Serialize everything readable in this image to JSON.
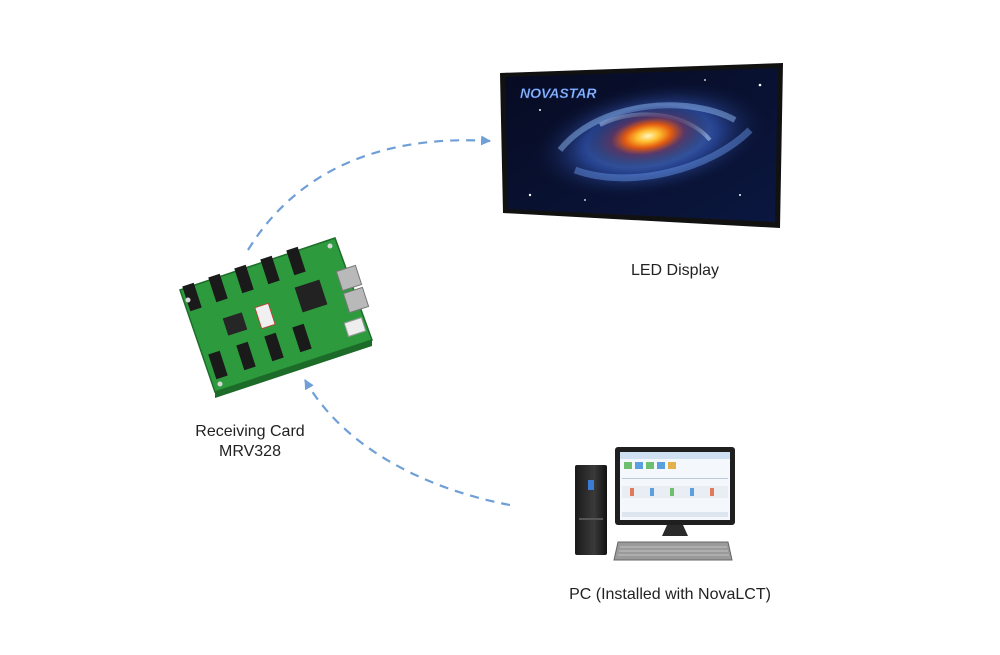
{
  "led_display": {
    "label": "LED Display",
    "brand": "NOVASTAR",
    "screen_image": "spiral-galaxy"
  },
  "receiving_card": {
    "label_line1": "Receiving Card",
    "label_line2": "MRV328"
  },
  "pc": {
    "label": "PC (Installed with NovaLCT)"
  },
  "connections": [
    {
      "from": "pc",
      "to": "receiving_card",
      "style": "dashed",
      "color": "#6f9fd8"
    },
    {
      "from": "receiving_card",
      "to": "led_display",
      "style": "dashed",
      "color": "#6f9fd8"
    }
  ],
  "colors": {
    "arrow": "#6f9fd8",
    "pcb": "#2e9a3e",
    "background": "#ffffff"
  }
}
